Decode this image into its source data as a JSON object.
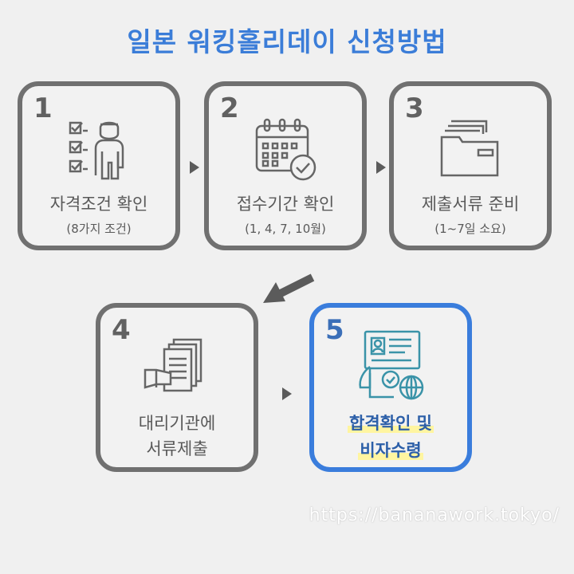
{
  "title": "일본 워킹홀리데이 신청방법",
  "steps": [
    {
      "number": "1",
      "label": "자격조건 확인",
      "sub": "(8가지 조건)",
      "icon": "checklist-person-icon"
    },
    {
      "number": "2",
      "label": "접수기간 확인",
      "sub": "(1, 4, 7, 10월)",
      "icon": "calendar-check-icon"
    },
    {
      "number": "3",
      "label": "제출서류 준비",
      "sub": "(1~7일 소요)",
      "icon": "folder-documents-icon"
    },
    {
      "number": "4",
      "label_line1": "대리기관에",
      "label_line2": "서류제출",
      "icon": "hand-documents-icon"
    },
    {
      "number": "5",
      "label_line1": "합격확인 및",
      "label_line2": "비자수령",
      "icon": "visa-passport-globe-icon"
    }
  ],
  "footer_url": "https://bananawork.tokyo/",
  "colors": {
    "accent": "#3a7ddc",
    "title": "#3b7dd8",
    "card_border": "#707070",
    "highlight": "#fff5a0"
  }
}
